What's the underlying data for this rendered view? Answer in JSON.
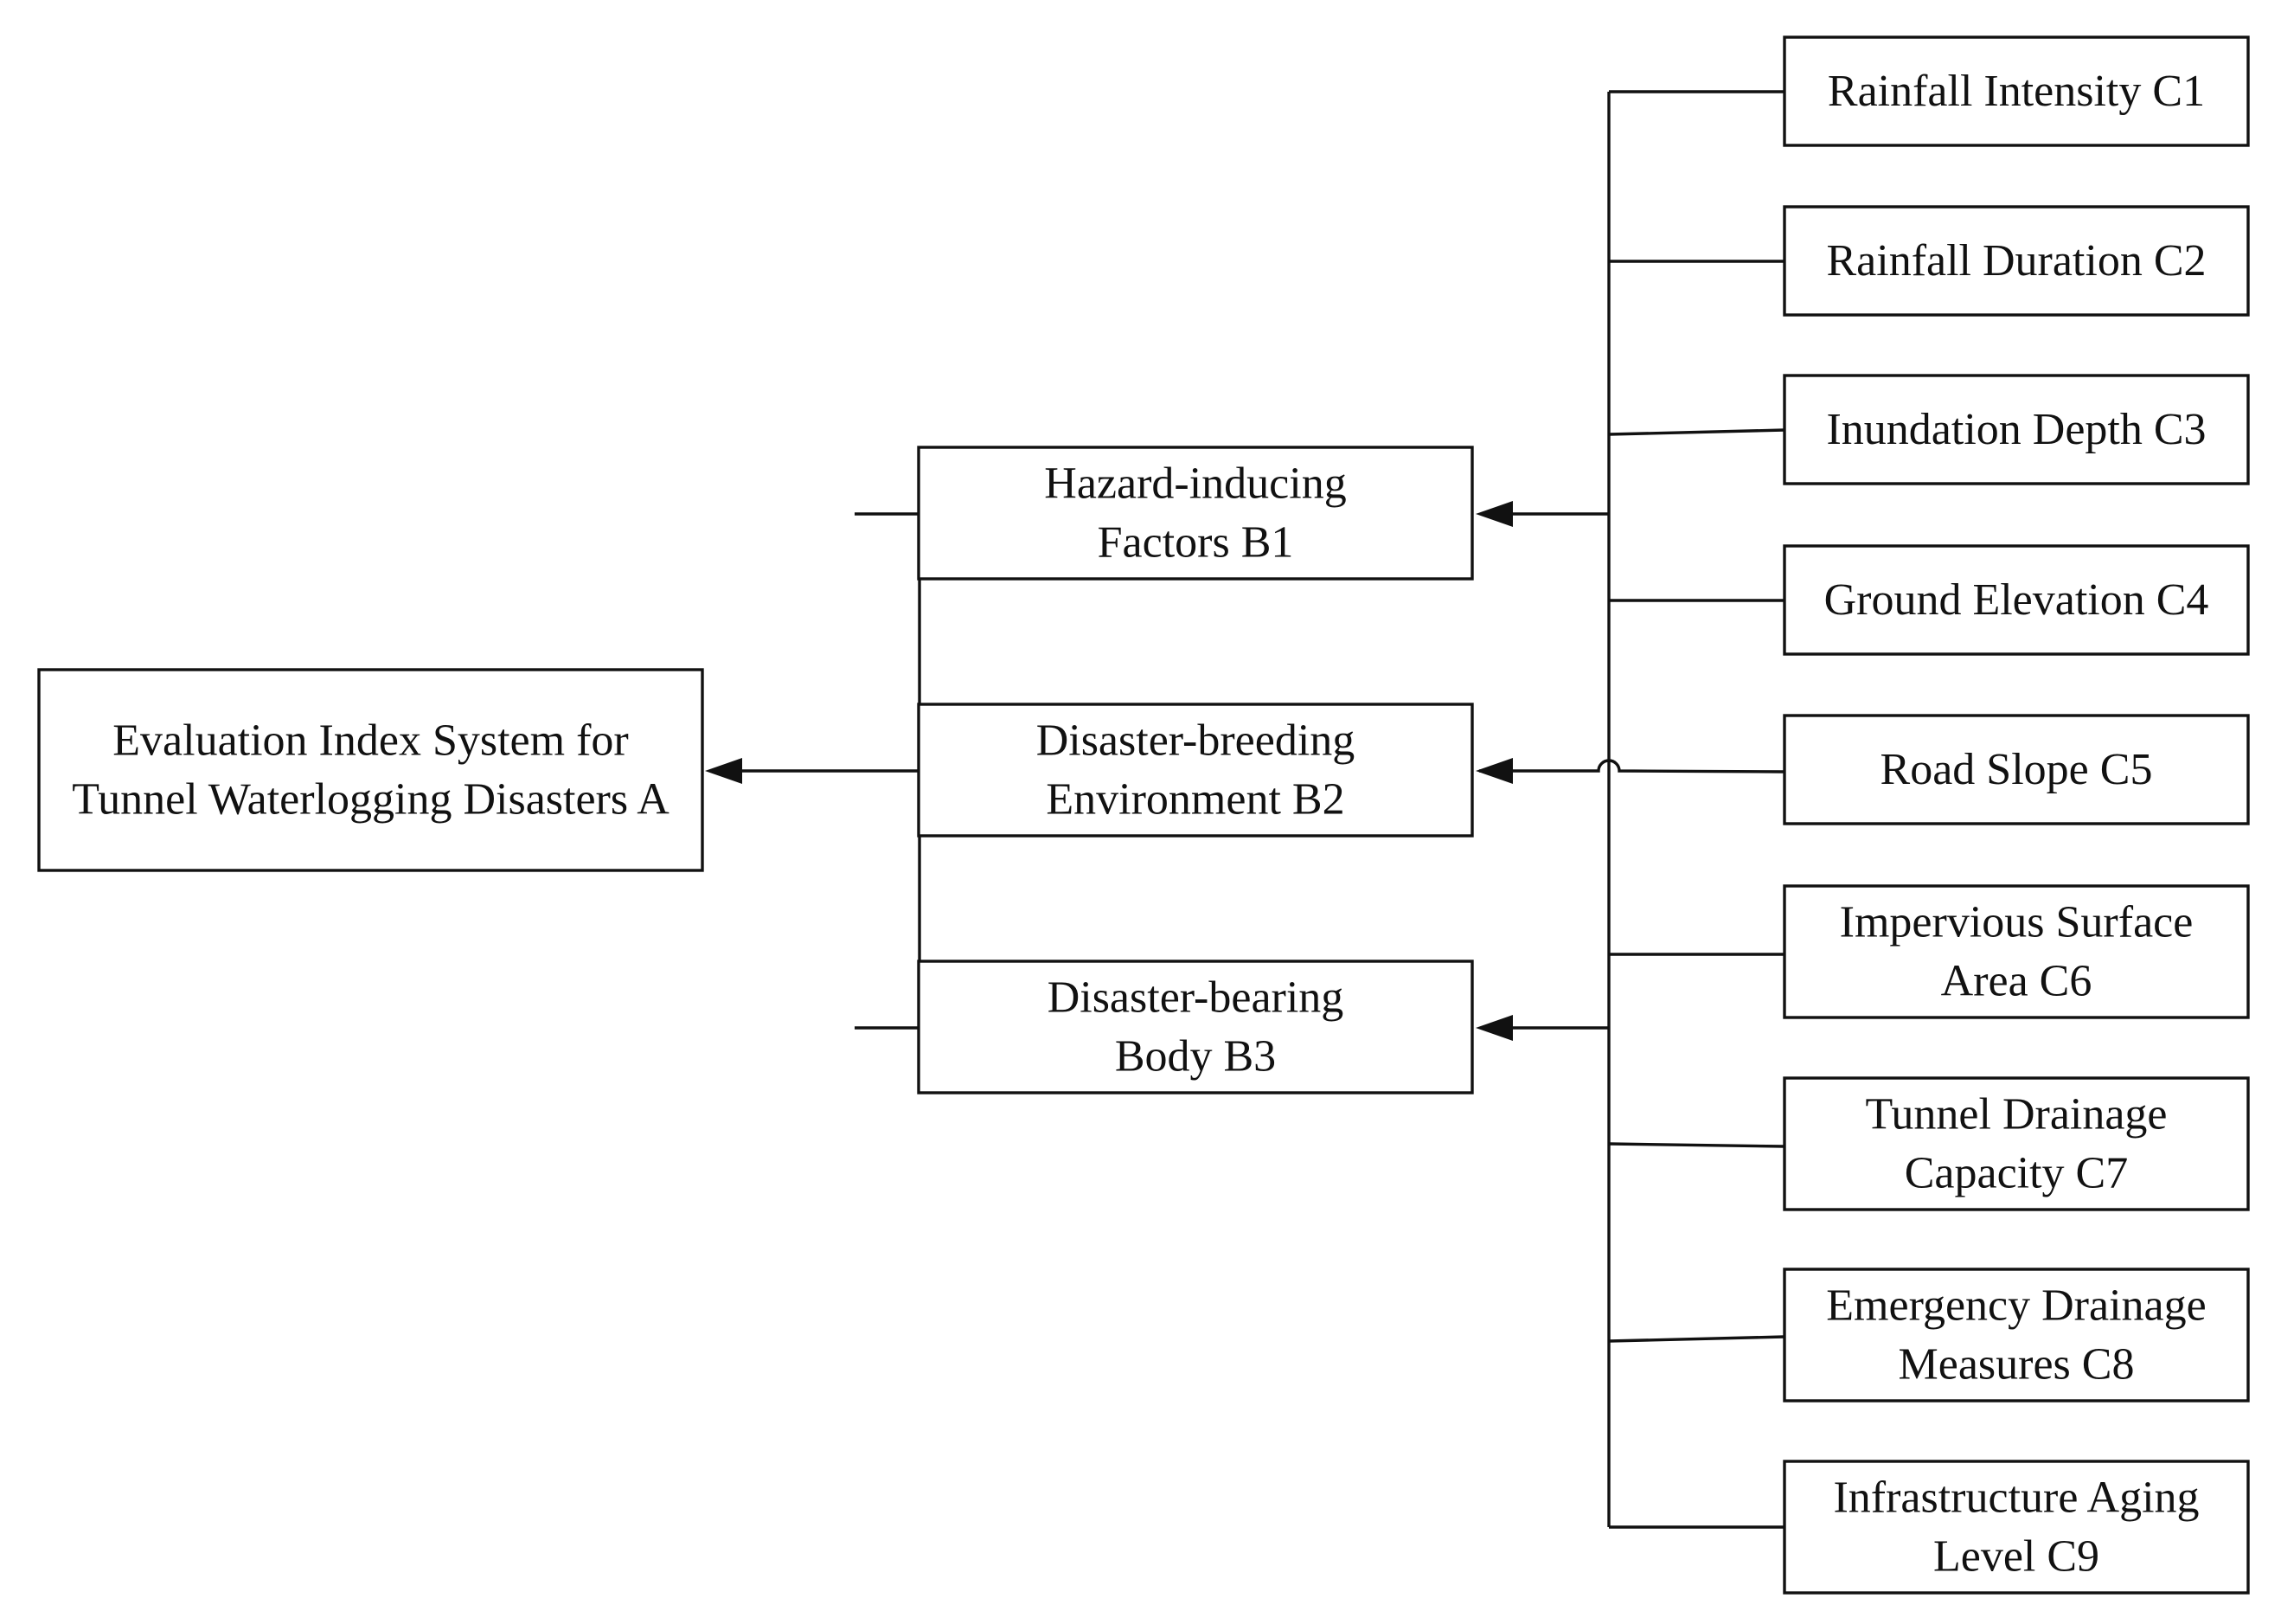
{
  "root": {
    "lines": [
      "Evaluation Index System for",
      "Tunnel Waterlogging Disasters A"
    ]
  },
  "criteria": [
    {
      "id": "B1",
      "lines": [
        "Hazard-inducing",
        "Factors  B1"
      ]
    },
    {
      "id": "B2",
      "lines": [
        "Disaster-breeding",
        "Environment B2"
      ]
    },
    {
      "id": "B3",
      "lines": [
        "Disaster-bearing",
        "Body B3"
      ]
    }
  ],
  "indicators": [
    {
      "id": "C1",
      "lines": [
        "Rainfall Intensity  C1"
      ]
    },
    {
      "id": "C2",
      "lines": [
        "Rainfall Duration  C2"
      ]
    },
    {
      "id": "C3",
      "lines": [
        "Inundation Depth  C3"
      ]
    },
    {
      "id": "C4",
      "lines": [
        "Ground Elevation  C4"
      ]
    },
    {
      "id": "C5",
      "lines": [
        "Road Slope  C5"
      ]
    },
    {
      "id": "C6",
      "lines": [
        "Impervious Surface",
        "Area  C6"
      ]
    },
    {
      "id": "C7",
      "lines": [
        "Tunnel Drainage",
        "Capacity  C7"
      ]
    },
    {
      "id": "C8",
      "lines": [
        "Emergency Drainage",
        "Measures  C8"
      ]
    },
    {
      "id": "C9",
      "lines": [
        "Infrastructure Aging",
        "Level  C9"
      ]
    }
  ],
  "colors": {
    "stroke": "#111111",
    "fill": "#ffffff"
  }
}
